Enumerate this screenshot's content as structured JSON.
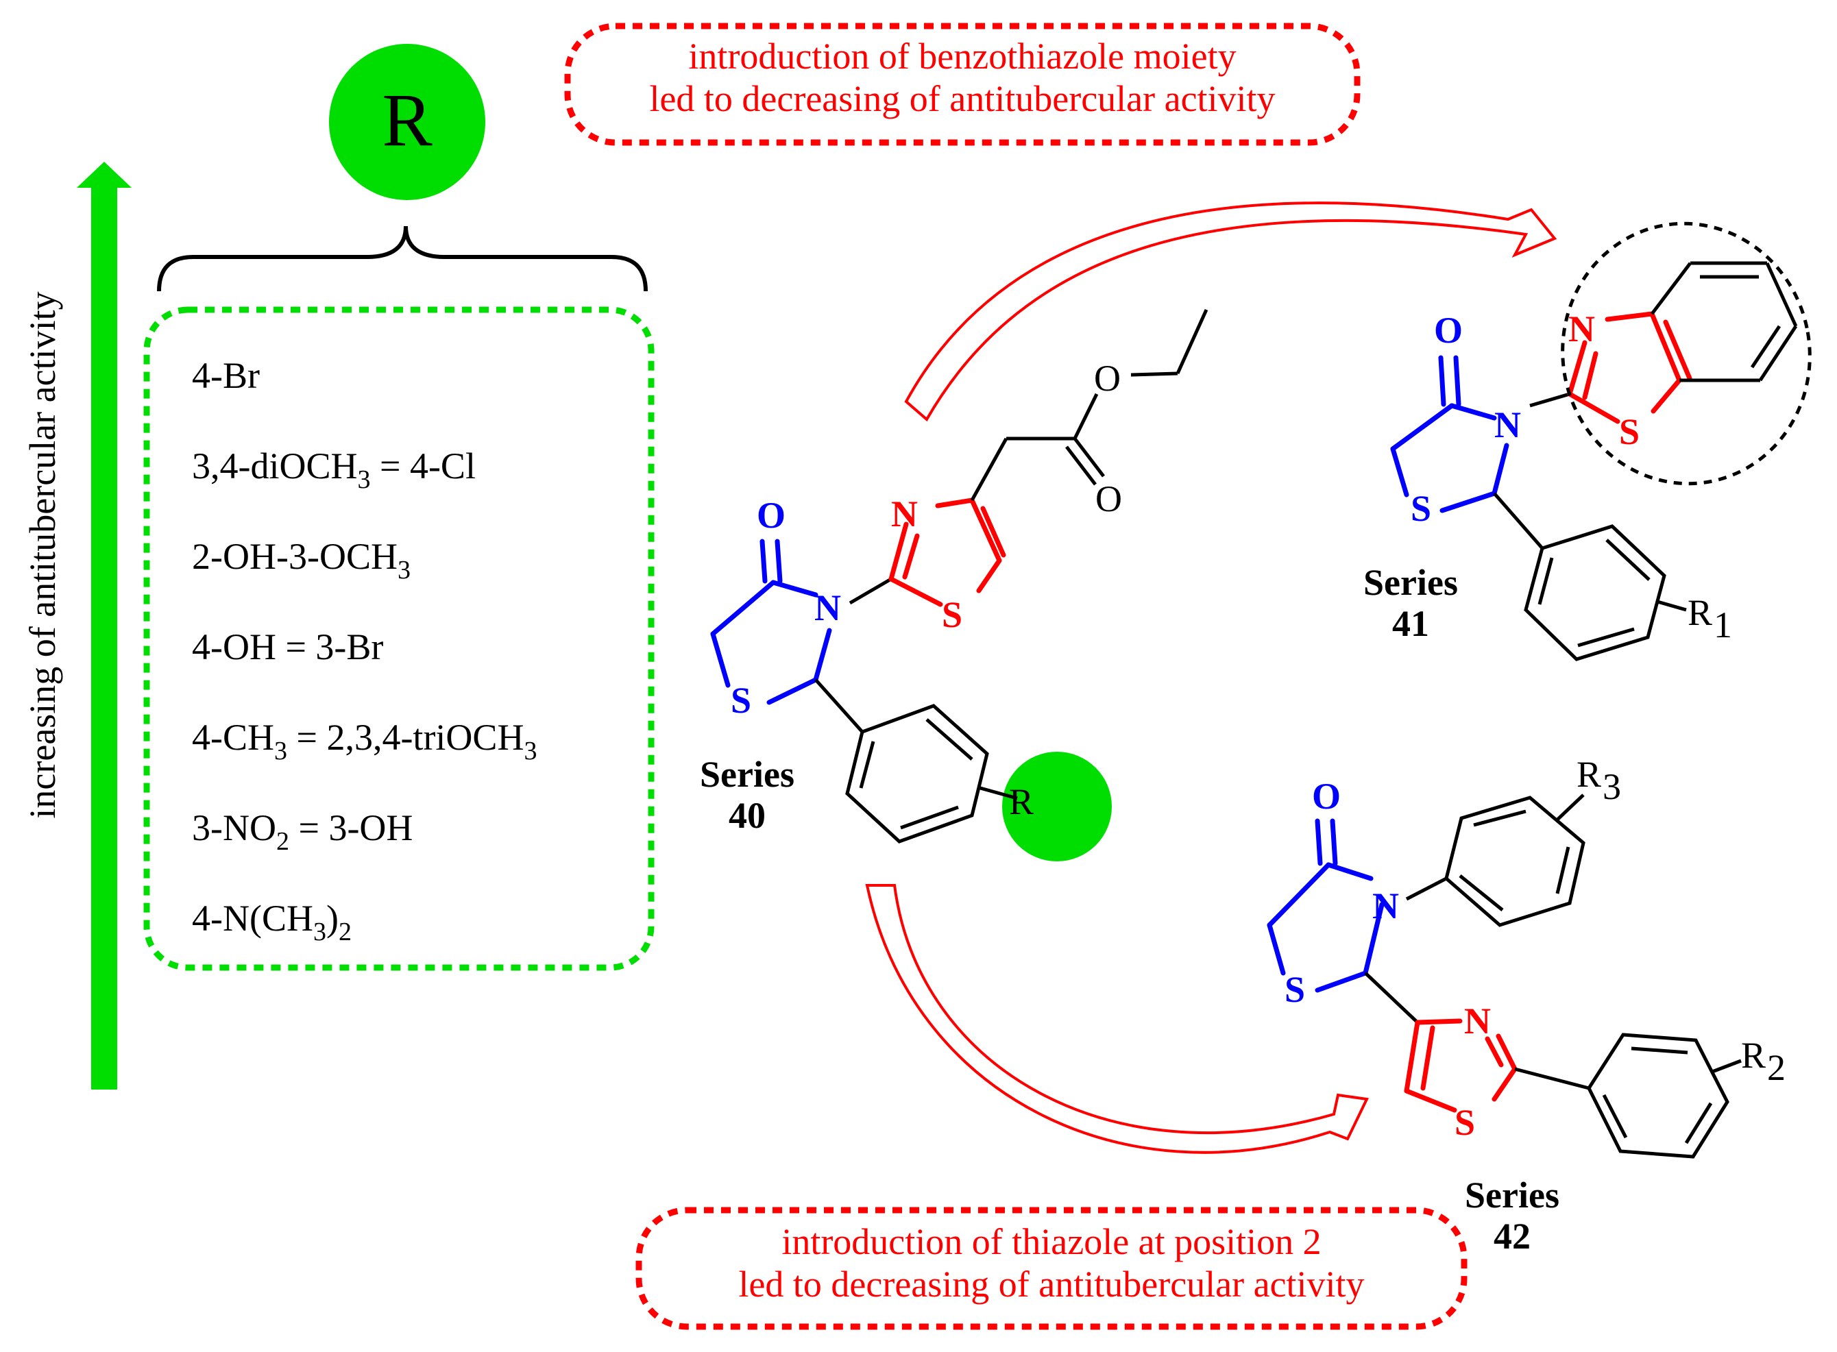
{
  "colors": {
    "accent_green": "#00dd00",
    "emphasis_red": "#ff0000",
    "core_blue": "#0000ff",
    "ink": "#000000"
  },
  "axis_label": "increasing of antitubercular activity",
  "r_badge": "R",
  "substituents": [
    {
      "parts": [
        {
          "t": "4-Br"
        }
      ]
    },
    {
      "parts": [
        {
          "t": "3,4-diOCH"
        },
        {
          "t": "3",
          "sub": true
        },
        {
          "t": " = 4-Cl"
        }
      ]
    },
    {
      "parts": [
        {
          "t": "2-OH-3-OCH"
        },
        {
          "t": "3",
          "sub": true
        }
      ]
    },
    {
      "parts": [
        {
          "t": "4-OH = 3-Br"
        }
      ]
    },
    {
      "parts": [
        {
          "t": "4-CH"
        },
        {
          "t": "3",
          "sub": true
        },
        {
          "t": " = 2,3,4-triOCH"
        },
        {
          "t": "3",
          "sub": true
        }
      ]
    },
    {
      "parts": [
        {
          "t": "3-NO"
        },
        {
          "t": "2",
          "sub": true
        },
        {
          "t": " = 3-OH"
        }
      ]
    },
    {
      "parts": [
        {
          "t": "4-N(CH"
        },
        {
          "t": "3",
          "sub": true
        },
        {
          "t": ")"
        },
        {
          "t": "2",
          "sub": true
        }
      ]
    }
  ],
  "notes": {
    "top": [
      "introduction of benzothiazole moiety",
      "led to decreasing of antitubercular activity"
    ],
    "bottom": [
      "introduction of  thiazole at position 2",
      "led to decreasing of antitubercular activity"
    ]
  },
  "series": {
    "s40": {
      "word": "Series",
      "num": "40",
      "r": "R"
    },
    "s41": {
      "word": "Series",
      "num": "41",
      "r": "R",
      "r_sub": "1"
    },
    "s42": {
      "word": "Series",
      "num": "42",
      "r2": "R",
      "r2_sub": "2",
      "r3": "R",
      "r3_sub": "3"
    }
  },
  "atoms": {
    "O": "O",
    "N": "N",
    "S": "S"
  }
}
